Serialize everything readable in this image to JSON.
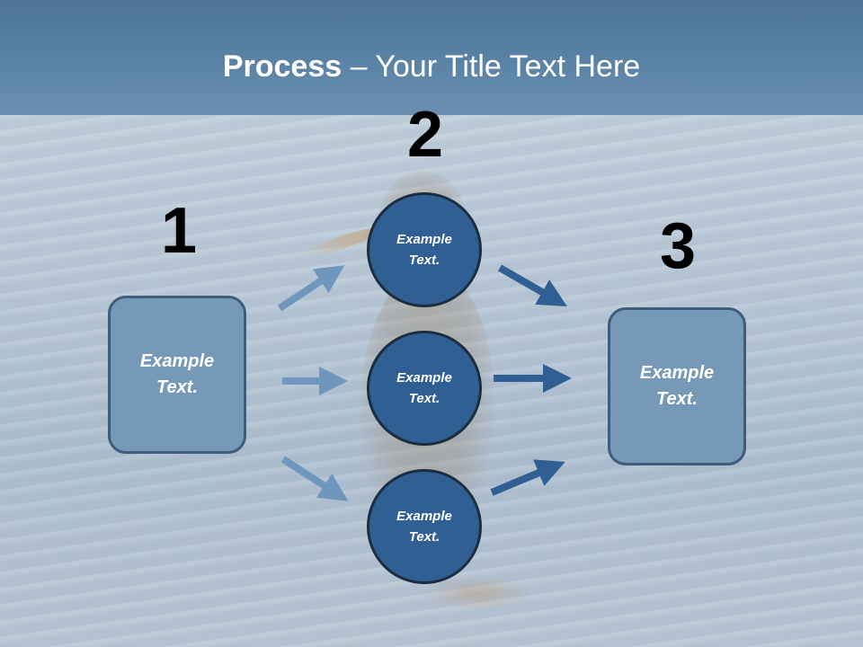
{
  "title": {
    "bold": "Process",
    "rest": " – Your Title Text Here"
  },
  "steps": {
    "one": "1",
    "two": "2",
    "three": "3"
  },
  "left_box": {
    "text": "Example Text."
  },
  "right_box": {
    "text": "Example Text."
  },
  "circles": [
    {
      "text": "Example Text."
    },
    {
      "text": "Example Text."
    },
    {
      "text": "Example Text."
    }
  ],
  "colors": {
    "box_fill": "#7699b8",
    "circle_fill": "#2f5f93",
    "arrow_light": "#6f97bd",
    "arrow_dark": "#2f5f93"
  }
}
